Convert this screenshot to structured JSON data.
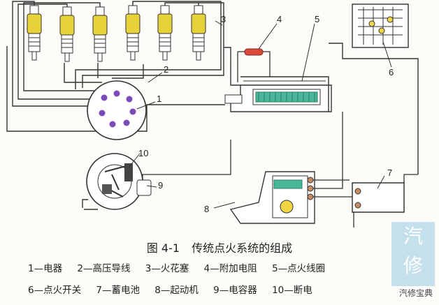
{
  "figure": {
    "caption_number": "图 4-1",
    "caption_title": "传统点火系统的组成"
  },
  "callouts": [
    "1",
    "2",
    "3",
    "4",
    "5",
    "6",
    "7",
    "8",
    "9",
    "10"
  ],
  "legend": [
    [
      "1—电器",
      "2—高压导线",
      "3—火花塞",
      "4—附加电阻",
      "5—点火线圈"
    ],
    [
      "6—点火开关",
      "7—蓄电池",
      "8—起动机",
      "9—电容器",
      "10—断电"
    ]
  ],
  "watermark": {
    "badge_line1": "汽",
    "badge_line2": "修",
    "tag": "汽修宝典"
  },
  "colors": {
    "wire": "#333333",
    "spark_plug_body": "#e8d23a",
    "coil_winding": "#49b89a",
    "resistor": "#d94a3b",
    "switch_highlight": "#f2d544",
    "background": "#fdfcf8"
  }
}
